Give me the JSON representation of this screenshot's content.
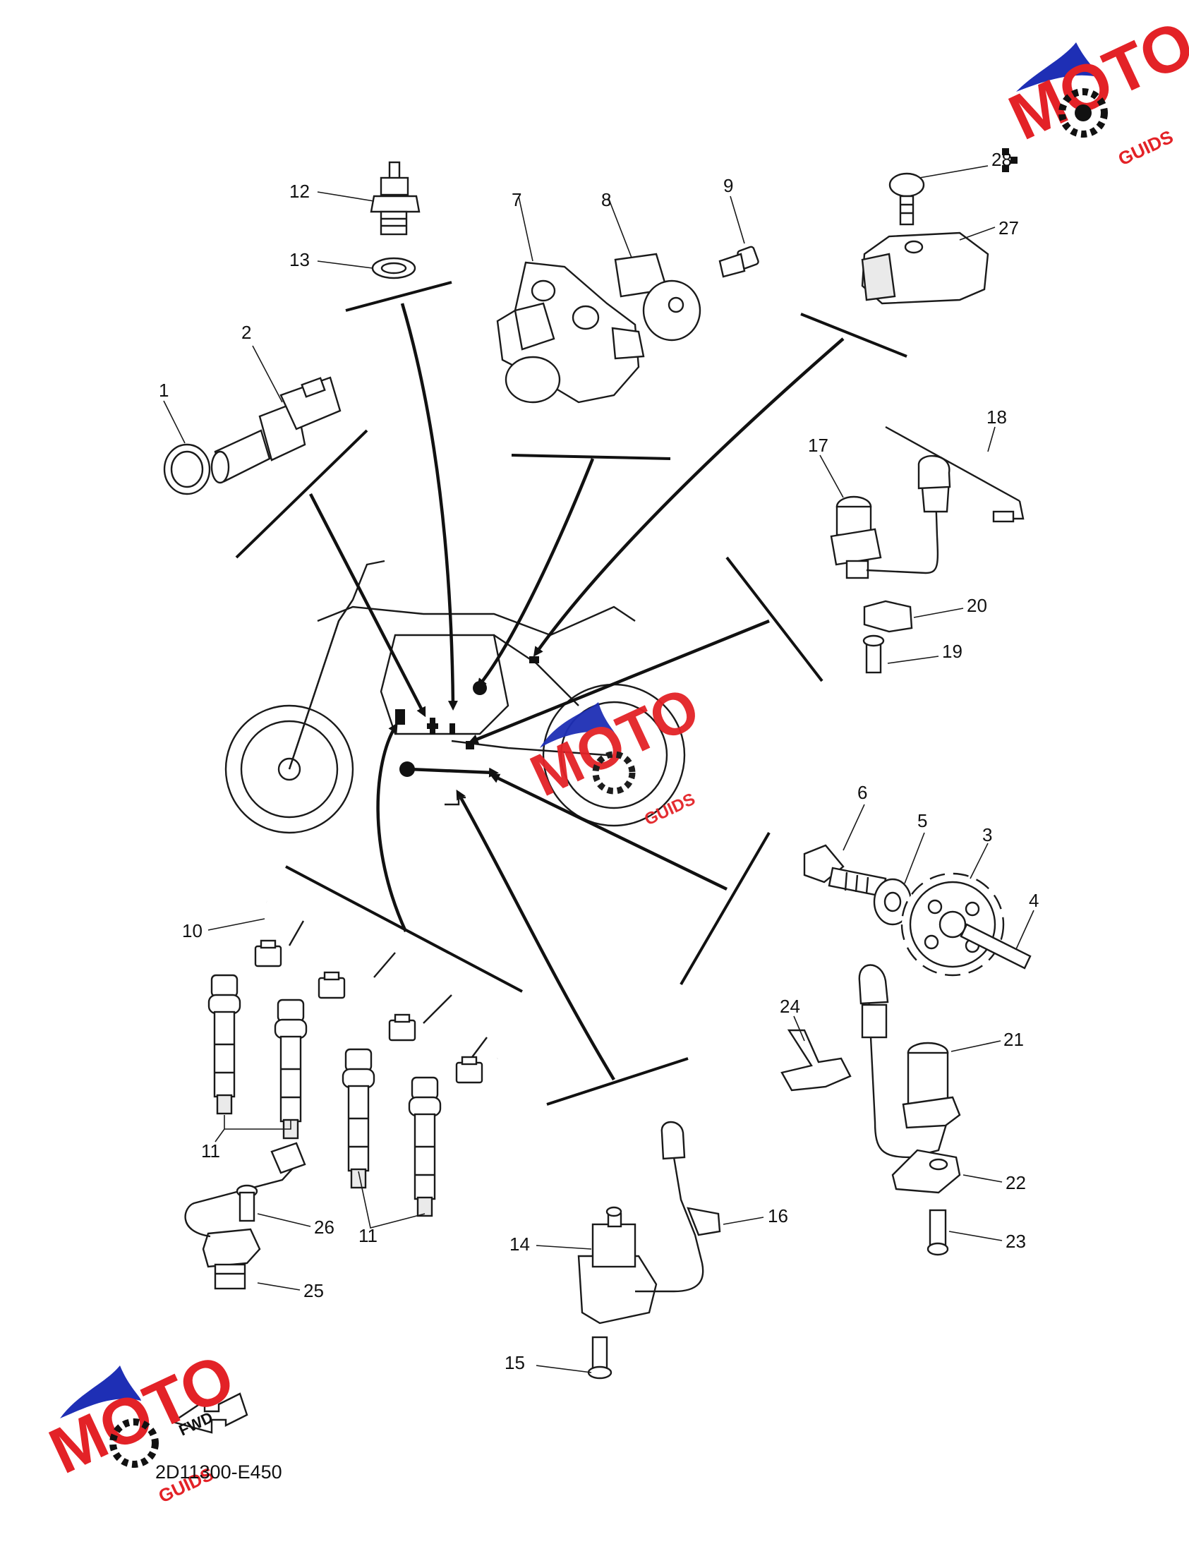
{
  "diagram_code": "2D11300-E450",
  "fwd_label": "FWD",
  "logo": {
    "text": "MOTO",
    "sub": "GUIDS",
    "colors": {
      "red": "#e32227",
      "blue": "#1e2fb5",
      "black": "#111111"
    }
  },
  "callouts": [
    "1",
    "2",
    "3",
    "4",
    "5",
    "6",
    "7",
    "8",
    "9",
    "10",
    "11",
    "11",
    "12",
    "13",
    "14",
    "15",
    "16",
    "17",
    "18",
    "19",
    "20",
    "21",
    "22",
    "23",
    "24",
    "25",
    "26",
    "27",
    "28"
  ],
  "colors": {
    "line": "#1a1a1a",
    "background": "#ffffff"
  }
}
